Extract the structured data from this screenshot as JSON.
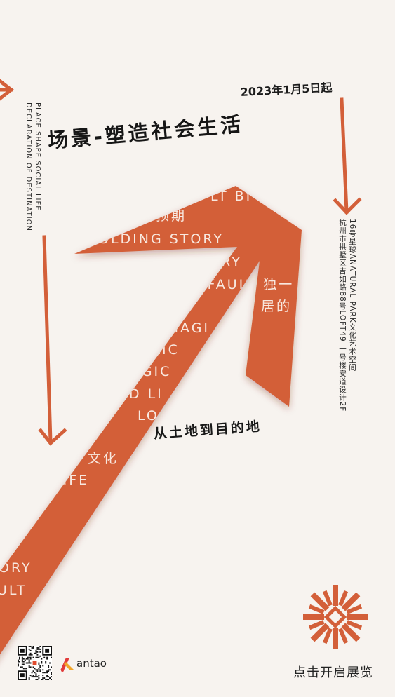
{
  "header": {
    "date": "2023年1月5日起",
    "title": "场景-塑造社会生活"
  },
  "side_text": {
    "left_vertical": [
      "PLACE SHAPE SOCIAL LIFE",
      "DECLARATION OF DESTINATION"
    ],
    "right_vertical": [
      "16号星球ANATURAL PARK文化艺术空间",
      "杭州市拱墅区吉如路88号LOFT49 一号楼安道设计2F"
    ]
  },
  "arrow_text": [
    "LT BI",
    "预期",
    "OLDING STORY",
    "UNFOLDING STORY",
    "DFFAULT 独一",
    "居的",
    "T MAGI",
    "POLIC",
    "G MAGIC",
    "OOD LI",
    "LO",
    "文化",
    "LIFE",
    "FE",
    "ORY",
    "ULT"
  ],
  "subtitle": "从土地到目的地",
  "footer": {
    "cta": "点击开启展览",
    "brand": "antao"
  },
  "colors": {
    "accent": "#d35f39",
    "background": "#f7f3ef",
    "text": "#1c1c1c"
  },
  "icons": [
    "arrow-right-icon",
    "arrow-down-icon",
    "starburst-logo-icon",
    "qr-code-icon",
    "antao-logo-icon"
  ]
}
